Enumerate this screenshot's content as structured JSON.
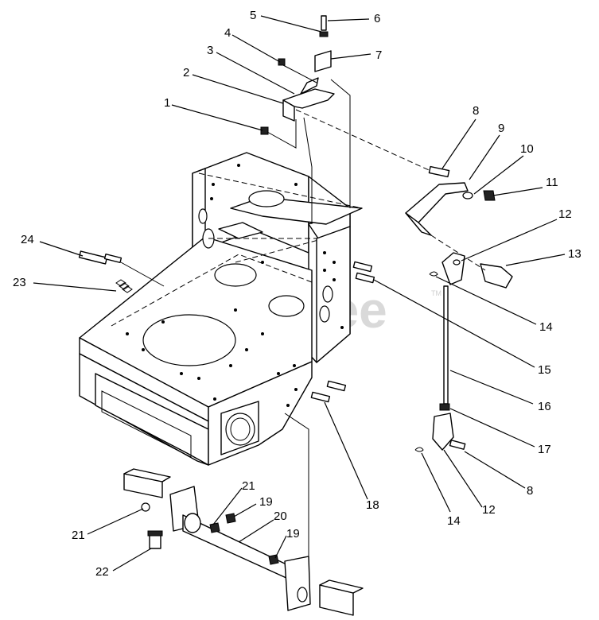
{
  "watermark": "PartsTree",
  "watermark_tm": "TM",
  "callouts": [
    {
      "id": "c1",
      "label": "1"
    },
    {
      "id": "c2",
      "label": "2"
    },
    {
      "id": "c3",
      "label": "3"
    },
    {
      "id": "c4",
      "label": "4"
    },
    {
      "id": "c5",
      "label": "5"
    },
    {
      "id": "c6",
      "label": "6"
    },
    {
      "id": "c7",
      "label": "7"
    },
    {
      "id": "c8a",
      "label": "8"
    },
    {
      "id": "c9",
      "label": "9"
    },
    {
      "id": "c10",
      "label": "10"
    },
    {
      "id": "c11",
      "label": "11"
    },
    {
      "id": "c12a",
      "label": "12"
    },
    {
      "id": "c13",
      "label": "13"
    },
    {
      "id": "c14a",
      "label": "14"
    },
    {
      "id": "c15",
      "label": "15"
    },
    {
      "id": "c16",
      "label": "16"
    },
    {
      "id": "c17",
      "label": "17"
    },
    {
      "id": "c8b",
      "label": "8"
    },
    {
      "id": "c12b",
      "label": "12"
    },
    {
      "id": "c14b",
      "label": "14"
    },
    {
      "id": "c18",
      "label": "18"
    },
    {
      "id": "c19a",
      "label": "19"
    },
    {
      "id": "c19b",
      "label": "19"
    },
    {
      "id": "c20",
      "label": "20"
    },
    {
      "id": "c21a",
      "label": "21"
    },
    {
      "id": "c21b",
      "label": "21"
    },
    {
      "id": "c22",
      "label": "22"
    },
    {
      "id": "c23",
      "label": "23"
    },
    {
      "id": "c24",
      "label": "24"
    }
  ]
}
